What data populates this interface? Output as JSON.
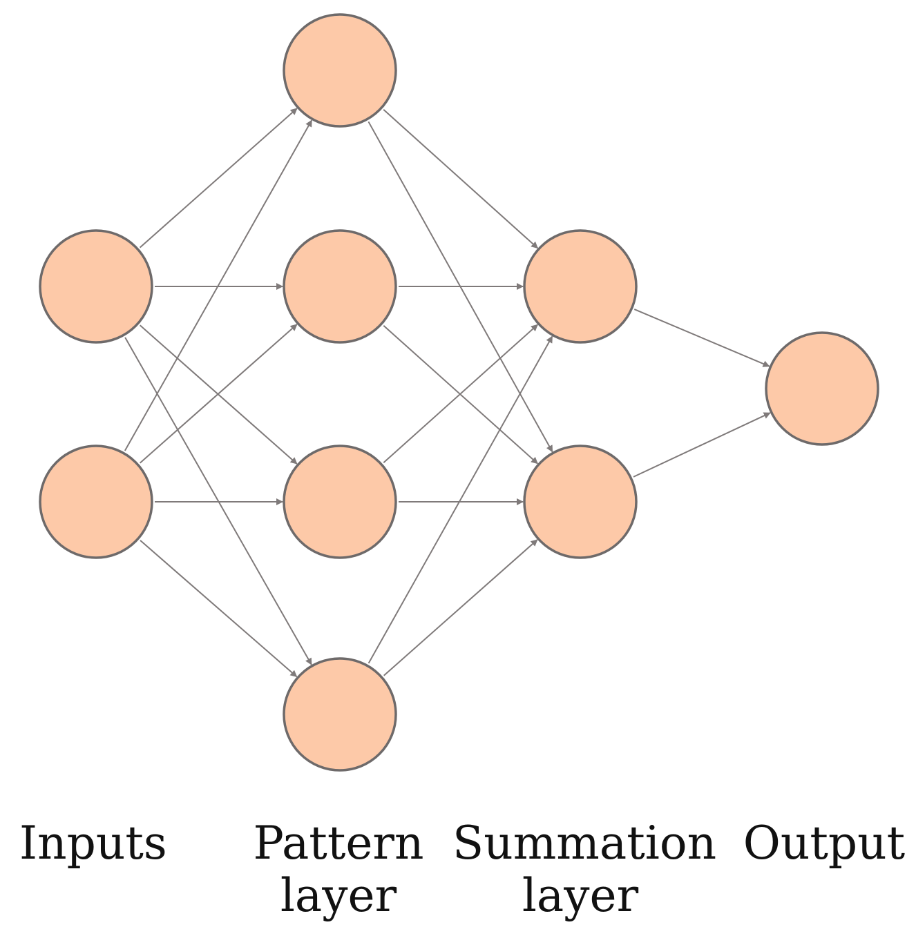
{
  "diagram": {
    "type": "neural-network",
    "colors": {
      "node_fill": "#fdc9a8",
      "node_stroke": "#6e6a6a",
      "edge": "#7f7a7a"
    },
    "layers": [
      {
        "id": "input",
        "node_count": 2,
        "label_lines": [
          "Inputs"
        ]
      },
      {
        "id": "pattern",
        "node_count": 4,
        "label_lines": [
          "Pattern",
          "layer"
        ]
      },
      {
        "id": "summation",
        "node_count": 2,
        "label_lines": [
          "Summation",
          "layer"
        ]
      },
      {
        "id": "output",
        "node_count": 1,
        "label_lines": [
          "Output"
        ]
      }
    ],
    "edges": [
      [
        "input.0",
        "pattern.0"
      ],
      [
        "input.0",
        "pattern.1"
      ],
      [
        "input.0",
        "pattern.2"
      ],
      [
        "input.0",
        "pattern.3"
      ],
      [
        "input.1",
        "pattern.0"
      ],
      [
        "input.1",
        "pattern.1"
      ],
      [
        "input.1",
        "pattern.2"
      ],
      [
        "input.1",
        "pattern.3"
      ],
      [
        "pattern.0",
        "summation.0"
      ],
      [
        "pattern.0",
        "summation.1"
      ],
      [
        "pattern.1",
        "summation.0"
      ],
      [
        "pattern.1",
        "summation.1"
      ],
      [
        "pattern.2",
        "summation.0"
      ],
      [
        "pattern.2",
        "summation.1"
      ],
      [
        "pattern.3",
        "summation.0"
      ],
      [
        "pattern.3",
        "summation.1"
      ],
      [
        "summation.0",
        "output.0"
      ],
      [
        "summation.1",
        "output.0"
      ]
    ]
  }
}
